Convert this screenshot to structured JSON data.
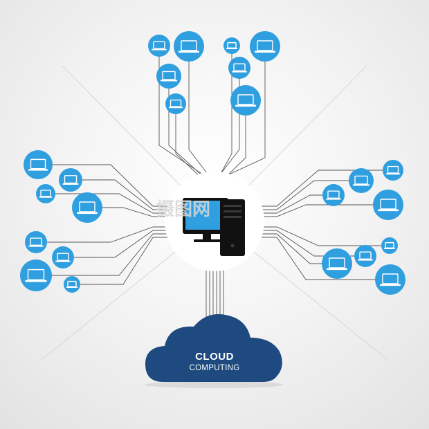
{
  "cloud": {
    "title": "CLOUD",
    "subtitle": "COMPUTING"
  },
  "watermark": "摄图网",
  "icons": {
    "hub": "desktop-computer-icon",
    "node": "laptop-icon",
    "cloud": "cloud-icon"
  },
  "colors": {
    "node_blue": "#2f9fe0",
    "cloud_navy": "#1e4a80",
    "monitor_screen": "#2f9fe0",
    "wire": "#555555",
    "hub_circle": "#ffffff"
  },
  "nodes": [
    {
      "id": "top-1"
    },
    {
      "id": "top-2"
    },
    {
      "id": "top-3"
    },
    {
      "id": "top-4"
    },
    {
      "id": "top-5"
    },
    {
      "id": "top-6"
    },
    {
      "id": "top-7"
    },
    {
      "id": "top-8"
    },
    {
      "id": "left-1"
    },
    {
      "id": "left-2"
    },
    {
      "id": "left-3"
    },
    {
      "id": "left-4"
    },
    {
      "id": "left-5"
    },
    {
      "id": "left-6"
    },
    {
      "id": "left-7"
    },
    {
      "id": "left-8"
    },
    {
      "id": "right-1"
    },
    {
      "id": "right-2"
    },
    {
      "id": "right-3"
    },
    {
      "id": "right-4"
    },
    {
      "id": "right-5"
    },
    {
      "id": "right-6"
    },
    {
      "id": "right-7"
    },
    {
      "id": "right-8"
    }
  ]
}
